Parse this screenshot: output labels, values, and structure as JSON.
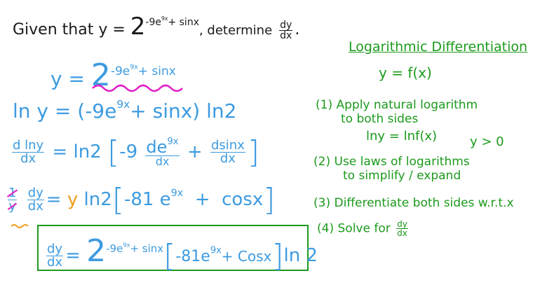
{
  "question": {
    "prefix": "Given that",
    "y": "y = ",
    "base": "2",
    "exp": "-9e",
    "exp_sup": "9x",
    "exp_tail": "+ sinx",
    "mid": ", determine",
    "num": "dy",
    "den": "dx",
    "end": "."
  },
  "working": {
    "line1": {
      "lhs": "y =",
      "base": "2",
      "exp": "-9e",
      "exp_sup": "9x",
      "exp_tail": "+ sinx"
    },
    "line2": {
      "lhs": "ln y",
      "eq": "=",
      "a": "(-9e",
      "a_sup": "9x",
      "b": "+ sinx) ln2"
    },
    "line3": {
      "num": "d lny",
      "den": "dx",
      "eq": "= ln2",
      "open": "[",
      "a": "-9",
      "d1_num": "de",
      "d1_sup": "9x",
      "d1_den": "dx",
      "plus": "+",
      "d2_num": "dsinx",
      "d2_den": "dx",
      "close": "]"
    },
    "line4": {
      "one": "1",
      "y": "y",
      "num": "dy",
      "den": "dx",
      "eq": "=",
      "ymul": "y",
      "ln": "ln2",
      "open": "[",
      "a": "-81 e",
      "a_sup": "9x",
      "plus": "+",
      "cos": "cosx",
      "close": "]"
    },
    "answer": {
      "num": "dy",
      "den": "dx",
      "eq": "=",
      "base": "2",
      "exp": "-9e",
      "exp_sup": "9x",
      "exp_tail": "+ sinx",
      "open": "[",
      "a": "-81e",
      "a_sup": "9x",
      "b": "+ Cosx",
      "close": "]",
      "ln": "ln 2"
    }
  },
  "notes": {
    "title": "Logarithmic Differentiation",
    "func": "y = f(x)",
    "steps": [
      {
        "n": "(1)",
        "text": "Apply natural logarithm",
        "text2": "to both sides"
      },
      {
        "n": "(2)",
        "text": "Use laws of logarithms",
        "text2": "to simplify / expand"
      },
      {
        "n": "(3)",
        "text": "Differentiate both sides w.r.t.x"
      },
      {
        "n": "(4)",
        "text": "Solve for",
        "num": "dy",
        "den": "dx"
      }
    ],
    "ln_eq": "lny = lnf(x)",
    "cond": "y > 0"
  },
  "colors": {
    "ink": "#1a1a1a",
    "blue": "#3d9be0",
    "green": "#1c9a1c",
    "orange": "#f0a020",
    "pink": "#e01fc8"
  }
}
